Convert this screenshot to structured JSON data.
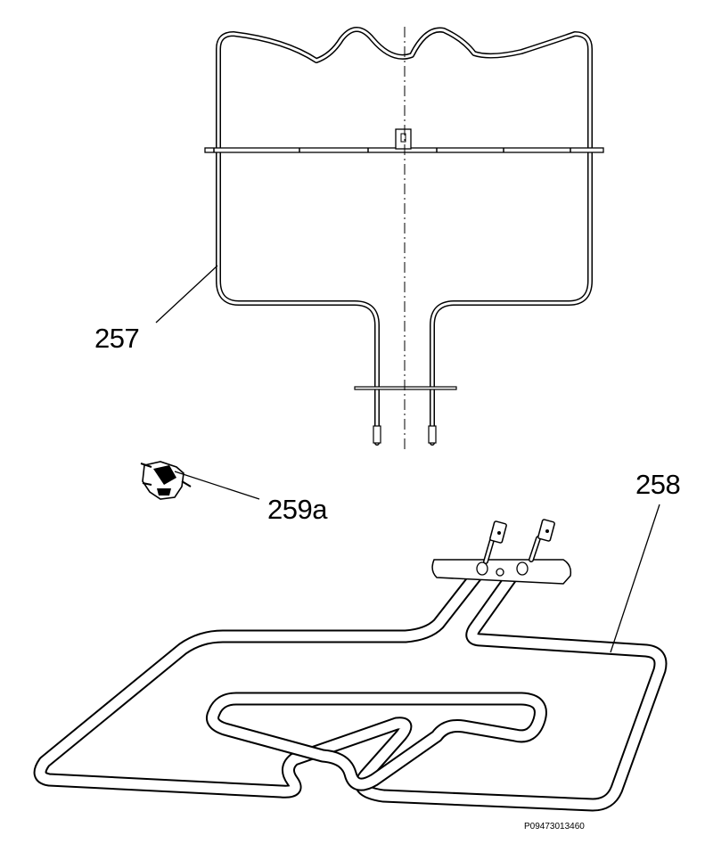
{
  "callouts": {
    "grill_element": "257",
    "thermostat": "259a",
    "oven_element": "258"
  },
  "drawing_reference": "P09473013460"
}
